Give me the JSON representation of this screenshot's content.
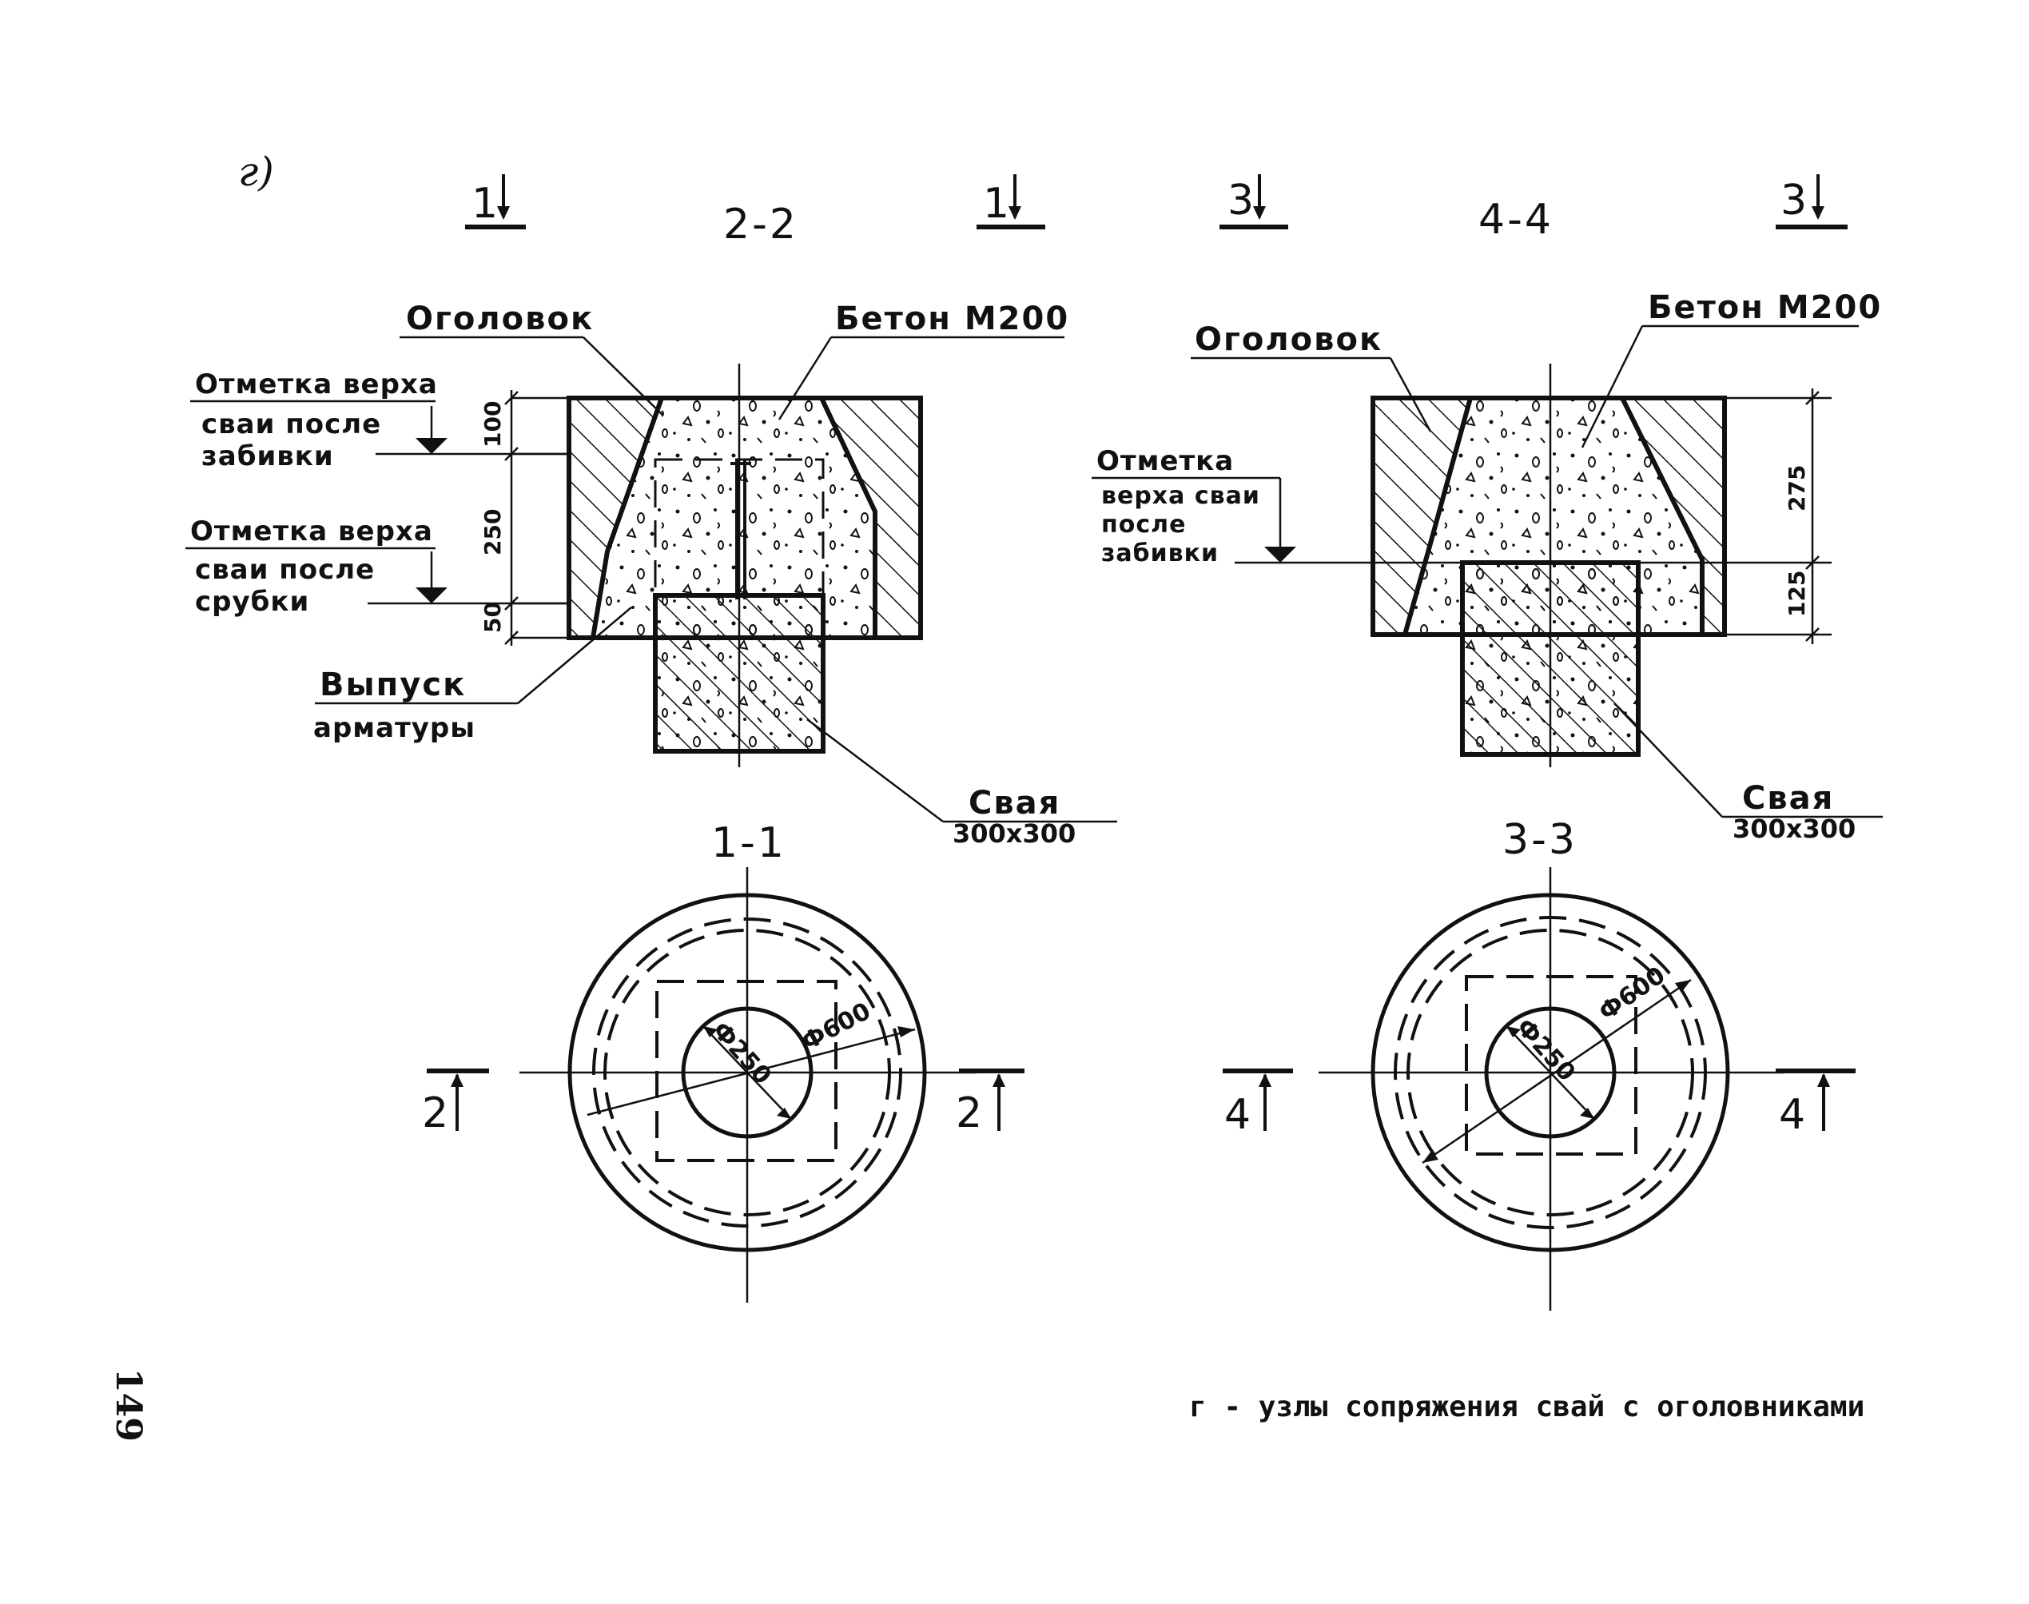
{
  "variant_label": "г)",
  "page_number": "149",
  "caption": "г - узлы сопряжения свай с оголовниками",
  "left": {
    "section_title": "2-2",
    "cut_mark_top_left": "1",
    "cut_mark_top_right": "1",
    "labels": {
      "ogolovok": "Оголовок",
      "beton": "Бетон М200",
      "top_after_driving_1": "Отметка верха",
      "top_after_driving_2": "сваи после",
      "top_after_driving_3": "забивки",
      "top_after_cut_1": "Отметка верха",
      "top_after_cut_2": "сваи после",
      "top_after_cut_3": "срубки",
      "rebar_1": "Выпуск",
      "rebar_2": "арматуры",
      "pile_1": "Свая",
      "pile_2": "300x300"
    },
    "dims": {
      "d1": "100",
      "d2": "250",
      "d3": "50"
    },
    "plan_title": "1-1",
    "plan_cut_left": "2",
    "plan_cut_right": "2",
    "plan_dim_inner": "Ф250",
    "plan_dim_outer": "Ф600"
  },
  "right": {
    "section_title": "4-4",
    "cut_mark_top_left": "3",
    "cut_mark_top_right": "3",
    "labels": {
      "ogolovok": "Оголовок",
      "beton": "Бетон М200",
      "top_after_driving_1": "Отметка",
      "top_after_driving_2": "верха сваи",
      "top_after_driving_3": "после",
      "top_after_driving_4": "забивки",
      "pile_1": "Свая",
      "pile_2": "300x300"
    },
    "dims": {
      "d1": "275",
      "d2": "125"
    },
    "plan_title": "3-3",
    "plan_cut_left": "4",
    "plan_cut_right": "4",
    "plan_dim_inner": "Ф250",
    "plan_dim_outer": "Ф600"
  }
}
